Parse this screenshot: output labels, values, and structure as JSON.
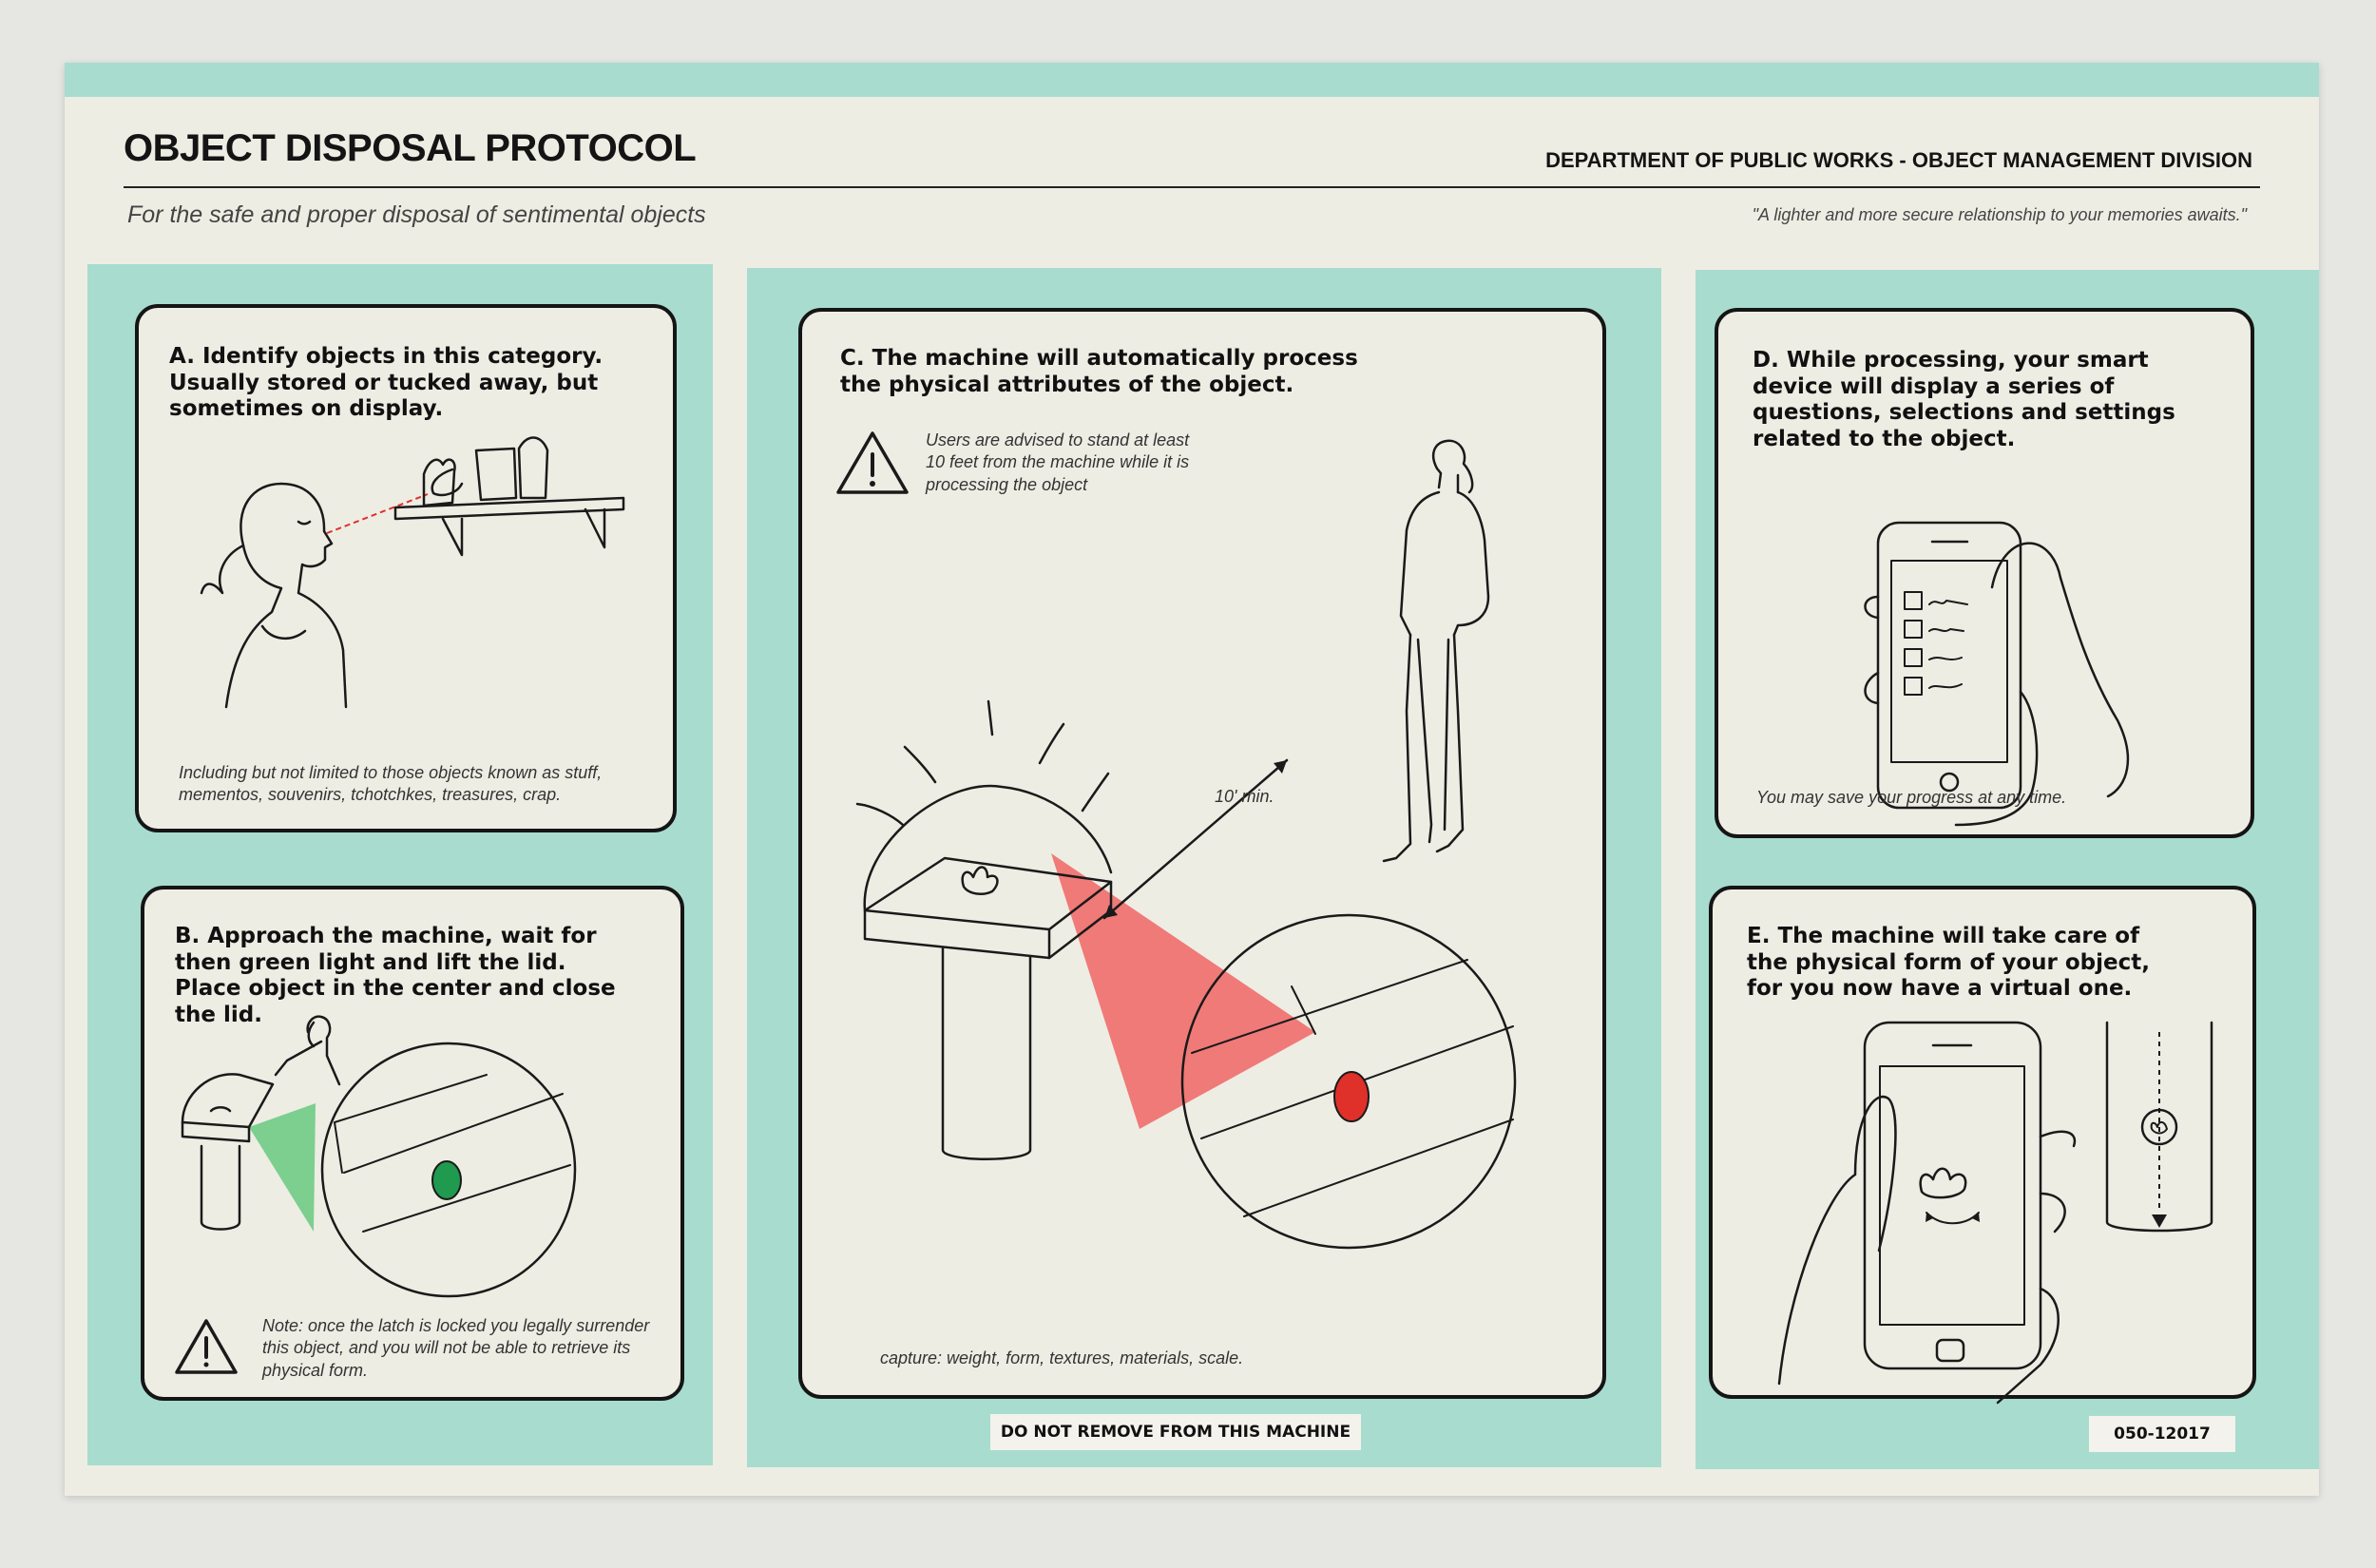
{
  "header": {
    "title": "OBJECT DISPOSAL PROTOCOL",
    "department": "DEPARTMENT OF PUBLIC WORKS - OBJECT MANAGEMENT DIVISION",
    "subtitle": "For the safe and proper disposal of sentimental objects",
    "quote": "\"A lighter and more secure relationship to your memories awaits.\""
  },
  "steps": {
    "a": {
      "title": "A. Identify objects in this category. Usually stored or tucked away, but sometimes on display.",
      "note": "Including but not limited to those objects known as stuff, mementos, souvenirs, tchotchkes, treasures, crap."
    },
    "b": {
      "title": "B. Approach the machine, wait for then green light and lift the lid. Place object in the center and close the lid.",
      "note": "Note: once the latch is locked you legally surrender this object, and you will not be able to retrieve its physical form."
    },
    "c": {
      "title": "C. The machine will automatically process the physical attributes of the object.",
      "warning": "Users are advised to stand at least 10 feet from the machine while it is processing the object",
      "distance": "10' min.",
      "caption": "capture: weight, form, textures, materials, scale."
    },
    "d": {
      "title": "D. While processing, your smart device will display a series of questions, selections and settings related to the object.",
      "note": "You may save your progress at any time."
    },
    "e": {
      "title": "E. The machine will take care of the physical form of your object, for you now have a virtual one."
    }
  },
  "footer": {
    "center_label": "DO NOT REMOVE FROM THIS MACHINE",
    "code": "050-12017"
  },
  "colors": {
    "teal": "#a8dccf",
    "paper": "#eeede4",
    "green_light": "#1f9a4e",
    "red_light": "#e0302a",
    "red_beam": "#f07a78",
    "green_beam": "#7ccf8e"
  }
}
